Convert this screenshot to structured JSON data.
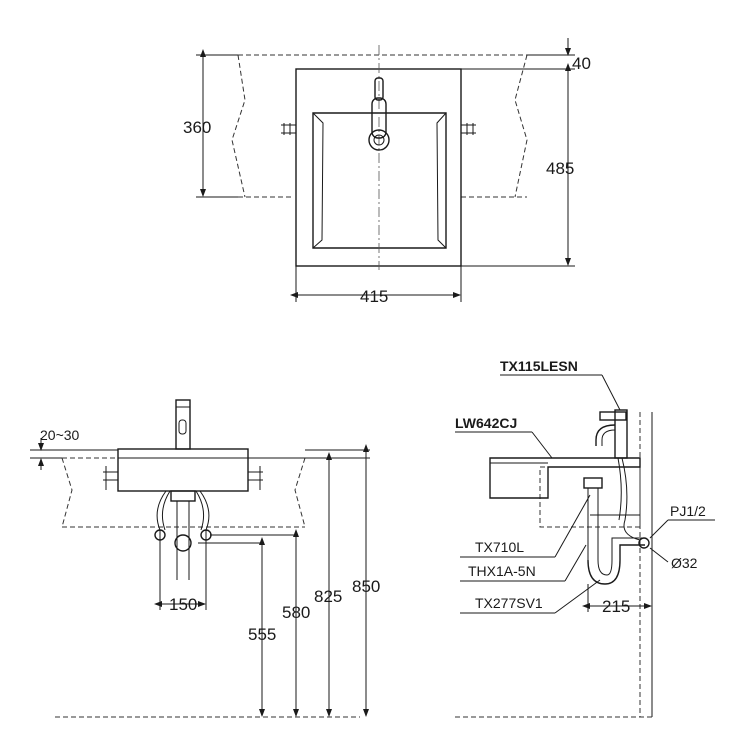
{
  "top_view": {
    "depth_label": "360",
    "overhang_label": "40",
    "length_label": "485",
    "width_label": "415"
  },
  "front_view": {
    "gap_label": "20~30",
    "hose_spacing_label": "150",
    "drain_height_label": "555",
    "supply_height_label": "580",
    "rim_height_label": "825",
    "wall_height_label": "850"
  },
  "side_view": {
    "faucet_model": "TX115LESN",
    "basin_model": "LW642CJ",
    "drain_model": "TX710L",
    "hose_model": "THX1A-5N",
    "trap_model": "TX277SV1",
    "pipe_thread_label": "PJ1/2",
    "pipe_diameter_label": "Ø32",
    "trap_projection_label": "215"
  }
}
